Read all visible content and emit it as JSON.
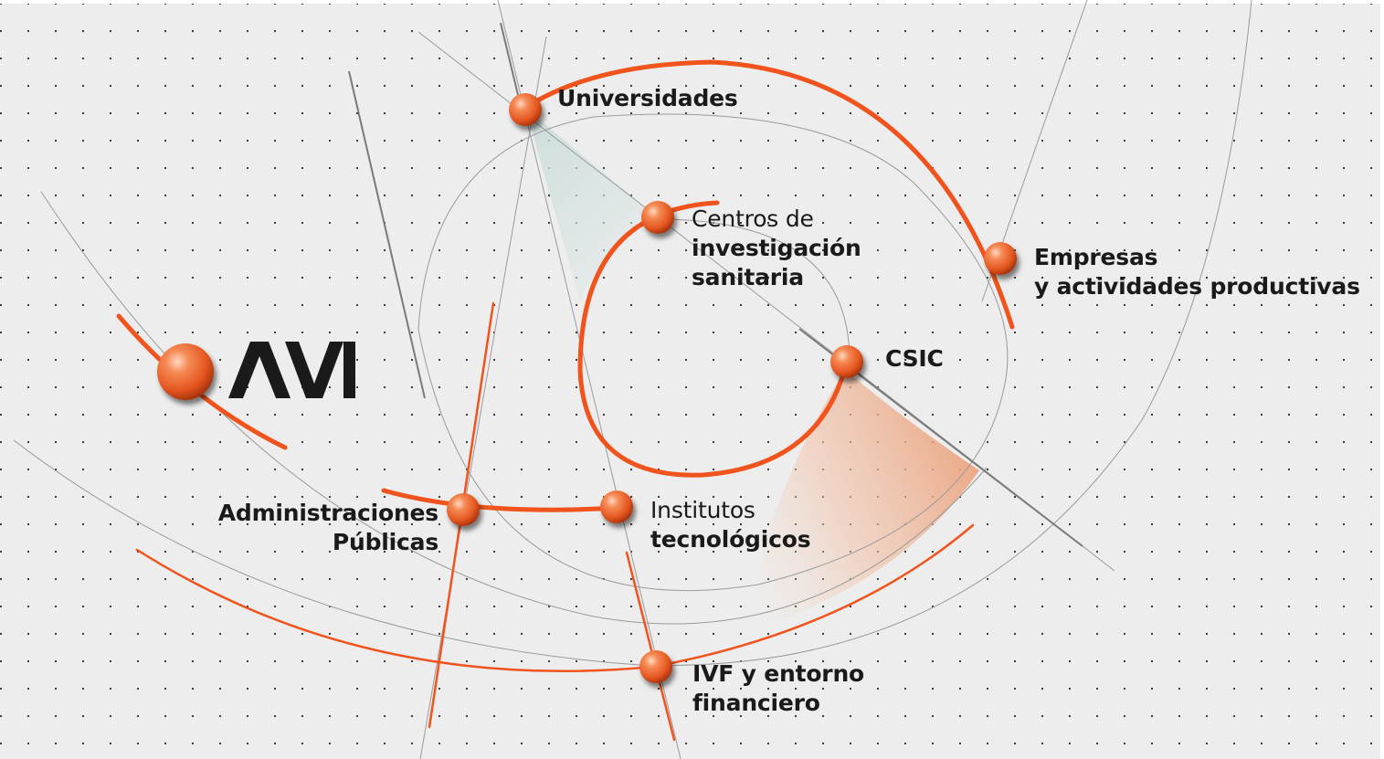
{
  "brand": {
    "name": "AVI",
    "accent": "#f0531c",
    "text": "#1a1a1a"
  },
  "nodes": [
    {
      "id": "universidades",
      "lines": [
        {
          "text": "Universidades",
          "bold": true
        }
      ]
    },
    {
      "id": "centros",
      "lines": [
        {
          "text": "Centros de",
          "bold": false
        },
        {
          "text": "investigación",
          "bold": true
        },
        {
          "text": "sanitaria",
          "bold": true
        }
      ]
    },
    {
      "id": "empresas",
      "lines": [
        {
          "text": "Empresas",
          "bold": true
        },
        {
          "text": "y actividades productivas",
          "bold": true
        }
      ]
    },
    {
      "id": "csic",
      "lines": [
        {
          "text": "CSIC",
          "bold": true
        }
      ]
    },
    {
      "id": "administraciones",
      "lines": [
        {
          "text": "Administraciones",
          "bold": true
        },
        {
          "text": "Públicas",
          "bold": true
        }
      ]
    },
    {
      "id": "institutos",
      "lines": [
        {
          "text": "Institutos",
          "bold": false
        },
        {
          "text": "tecnológicos",
          "bold": true
        }
      ]
    },
    {
      "id": "ivf",
      "lines": [
        {
          "text": "IVF y entorno",
          "bold": true
        },
        {
          "text": "financiero",
          "bold": true
        }
      ]
    }
  ]
}
